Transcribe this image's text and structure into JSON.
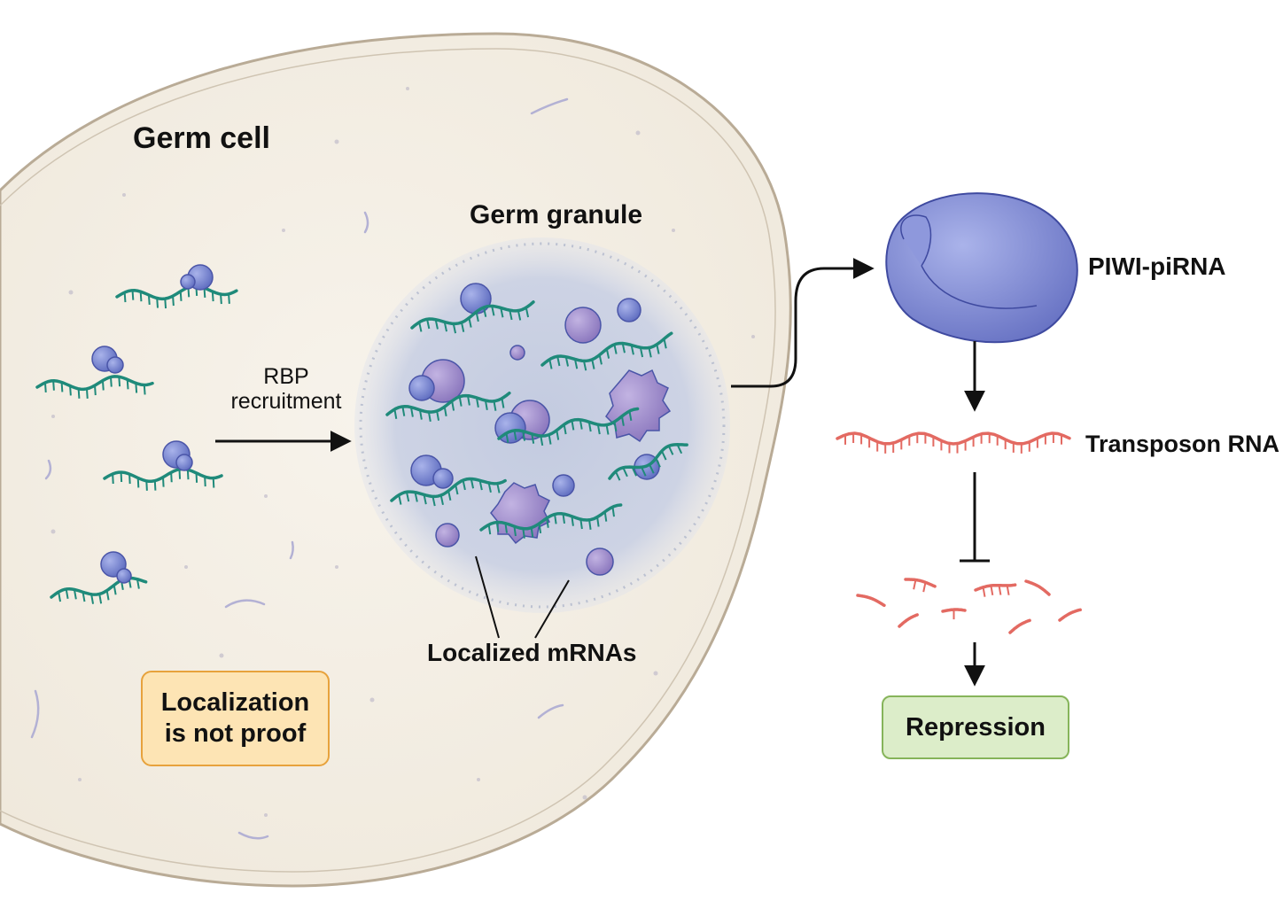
{
  "labels": {
    "cell": "Germ cell",
    "granule": "Germ granule",
    "rbp_line1": "RBP",
    "rbp_line2": "recruitment",
    "localized": "Localized mRNAs",
    "piwi": "PIWI-piRNA",
    "transposon": "Transposon RNA",
    "caution_line1": "Localization",
    "caution_line2": "is not proof",
    "repression": "Repression"
  },
  "colors": {
    "cell_fill": "#f4efe6",
    "cell_border": "#b9ab96",
    "granule_fill": "#c9d0e3",
    "mrna": "#1f8a7a",
    "rbp_protein": "#7684cc",
    "purple_protein": "#9a88c9",
    "piwi_protein": "#7d88cf",
    "transposon": "#e36a62",
    "caution_fill": "#fde4b4",
    "caution_border": "#e7a23c",
    "repression_fill": "#dcedc9",
    "repression_border": "#86b45a",
    "arrow": "#111111"
  },
  "icons": [
    "mrna-strand-icon",
    "rbp-protein-icon",
    "piwi-protein-icon",
    "transposon-rna-icon",
    "rna-fragment-icon",
    "arrow-icon",
    "inhibition-bar-icon"
  ]
}
